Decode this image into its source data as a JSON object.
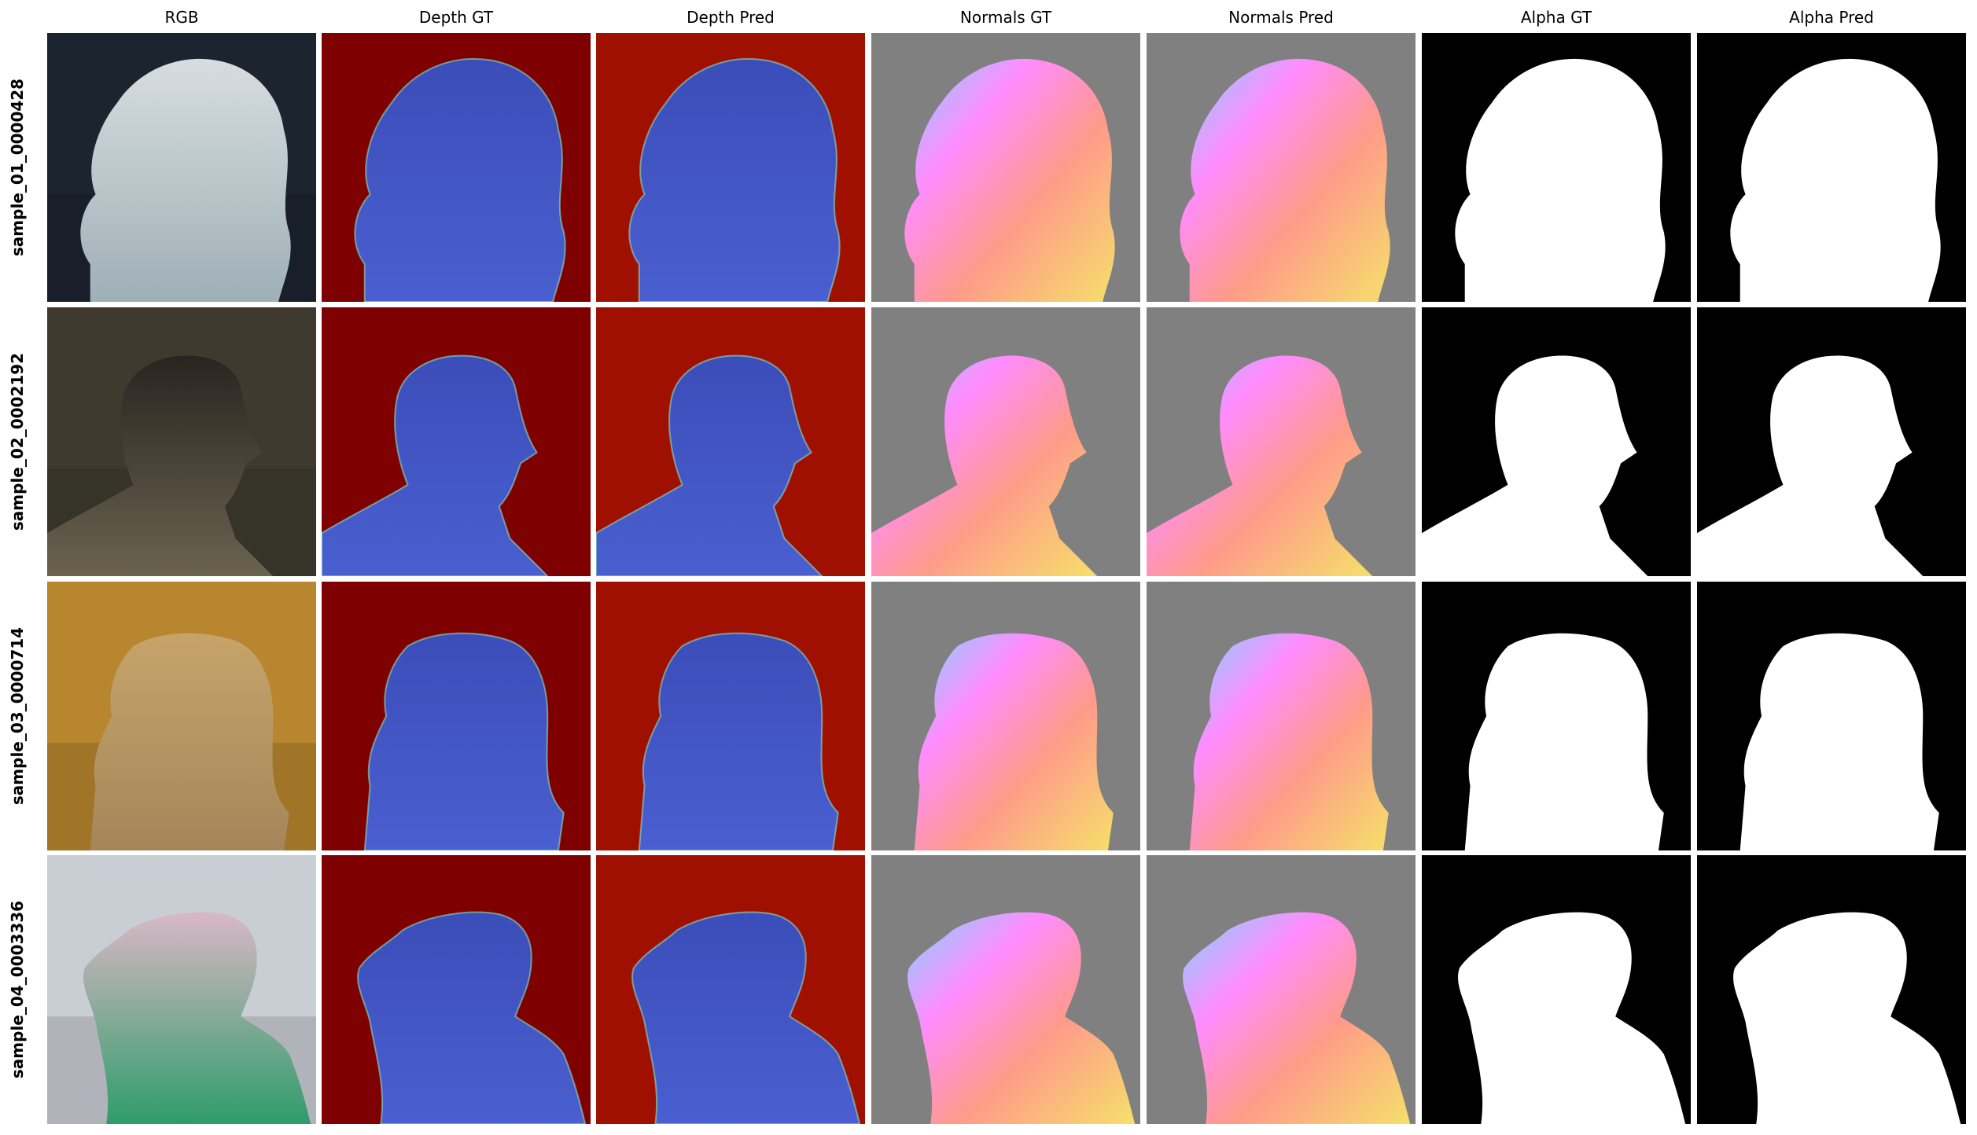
{
  "columns": [
    "RGB",
    "Depth GT",
    "Depth Pred",
    "Normals GT",
    "Normals Pred",
    "Alpha GT",
    "Alpha Pred"
  ],
  "rows": [
    "sample_01_0000428",
    "sample_02_0002192",
    "sample_03_0000714",
    "sample_04_0003336"
  ],
  "colors": {
    "depth_gt_background": "#7f0000",
    "depth_pred_background": "#a01000",
    "depth_subject": "#3a4ab0",
    "normals_background": "#808080",
    "alpha_background": "#000000",
    "alpha_subject": "#ffffff",
    "rgb_backgrounds": [
      "#1c2430",
      "#3e3b2e",
      "#b7862e",
      "#c9cdd4"
    ]
  }
}
